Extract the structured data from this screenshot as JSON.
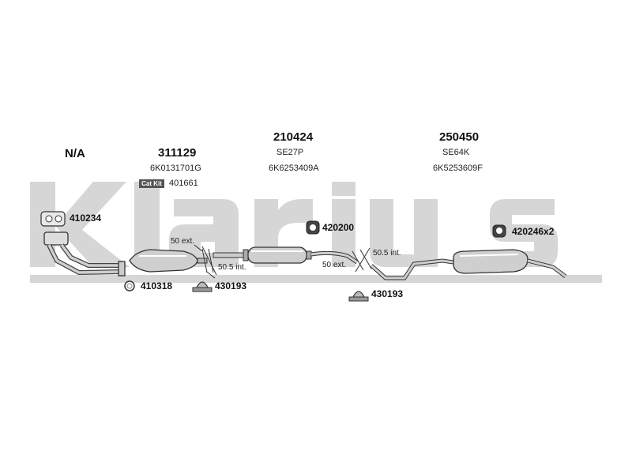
{
  "watermark": {
    "text": "Klarius",
    "color": "#d6d6d6"
  },
  "groups": [
    {
      "part_number": "N/A"
    },
    {
      "part_number": "311129",
      "oe_ref": "6K0131701G",
      "cat_kit_label": "Cat Kit",
      "cat_kit_number": "401661"
    },
    {
      "part_number": "210424",
      "code": "SE27P",
      "oe_ref": "6K6253409A"
    },
    {
      "part_number": "250450",
      "code": "SE64K",
      "oe_ref": "6K5253609F"
    }
  ],
  "fittings": [
    {
      "number": "410234"
    },
    {
      "number": "410318"
    },
    {
      "number": "430193"
    },
    {
      "number": "420200"
    },
    {
      "number": "430193"
    },
    {
      "number": "420246x2"
    }
  ],
  "joint_notes": {
    "joint1_ext": "50 ext.",
    "joint1_int": "50.5 int.",
    "joint2_int": "50.5 int.",
    "joint2_ext": "50 ext."
  }
}
